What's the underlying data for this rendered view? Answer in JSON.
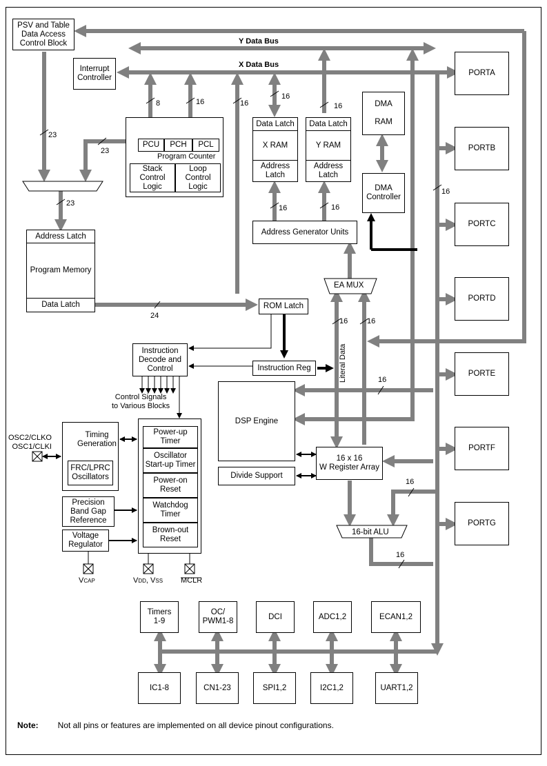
{
  "blocks": {
    "psv": "PSV and Table\nData Access\nControl Block",
    "interrupt": "Interrupt\nController",
    "pcu": "PCU",
    "pch": "PCH",
    "pcl": "PCL",
    "program_counter": "Program Counter",
    "stack_control": "Stack\nControl\nLogic",
    "loop_control": "Loop\nControl\nLogic",
    "xram_latch": "Data Latch",
    "xram": "X RAM",
    "xram_addr": "Address\nLatch",
    "yram_latch": "Data Latch",
    "yram": "Y RAM",
    "yram_addr": "Address\nLatch",
    "dma_ram": "DMA\n\nRAM",
    "dma_controller": "DMA\nController",
    "agu": "Address Generator Units",
    "pm_address_latch": "Address Latch",
    "program_memory": "Program Memory",
    "pm_data_latch": "Data Latch",
    "ea_mux": "EA MUX",
    "rom_latch": "ROM Latch",
    "instr_decode": "Instruction\nDecode and\nControl",
    "instr_reg": "Instruction Reg",
    "dsp_engine": "DSP Engine",
    "divide_support": "Divide Support",
    "w_register": "16 x 16\nW Register Array",
    "alu": "16-bit ALU",
    "timing_gen": "Timing\nGeneration",
    "frc_lprc": "FRC/LPRC\nOscillators",
    "precision_band_gap": "Precision\nBand Gap\nReference",
    "voltage_regulator": "Voltage\nRegulator",
    "power_up_timer": "Power-up\nTimer",
    "osc_startup_timer": "Oscillator\nStart-up Timer",
    "power_on_reset": "Power-on\nReset",
    "watchdog_timer": "Watchdog\nTimer",
    "brown_out_reset": "Brown-out\nReset",
    "porta": "PORTA",
    "portb": "PORTB",
    "portc": "PORTC",
    "portd": "PORTD",
    "porte": "PORTE",
    "portf": "PORTF",
    "portg": "PORTG",
    "timers": "Timers\n1-9",
    "oc_pwm": "OC/\nPWM1-8",
    "dci": "DCI",
    "adc": "ADC1,2",
    "ecan": "ECAN1,2",
    "ic": "IC1-8",
    "cn": "CN1-23",
    "spi": "SPI1,2",
    "i2c": "I2C1,2",
    "uart": "UART1,2"
  },
  "labels": {
    "y_data_bus": "Y Data Bus",
    "x_data_bus": "X Data Bus",
    "control_signals": "Control Signals\nto Various Blocks",
    "osc_pins": "OSC2/CLKO\nOSC1/CLKI",
    "literal_data": "Literal Data",
    "vcap_v": "V",
    "vcap_sub": "CAP",
    "vdd_v": "V",
    "vdd_sub": "DD",
    "vss_sep": ", V",
    "vss_sub": "SS",
    "mclr": "MCLR",
    "w8": "8",
    "w16_pch": "16",
    "w16_xbus": "16",
    "w23_a": "23",
    "w23_b": "23",
    "w23_c": "23",
    "w16_xram": "16",
    "w16_yram": "16",
    "w16_agu_x": "16",
    "w16_agu_y": "16",
    "w16_dma": "16",
    "w24": "24",
    "w16_ea1": "16",
    "w16_ea2": "16",
    "w16_dsp": "16",
    "w16_alu_in": "16",
    "w16_alu_out": "16"
  },
  "note": {
    "label": "Note:",
    "text": "Not all pins or features are implemented on all device pinout configurations."
  }
}
